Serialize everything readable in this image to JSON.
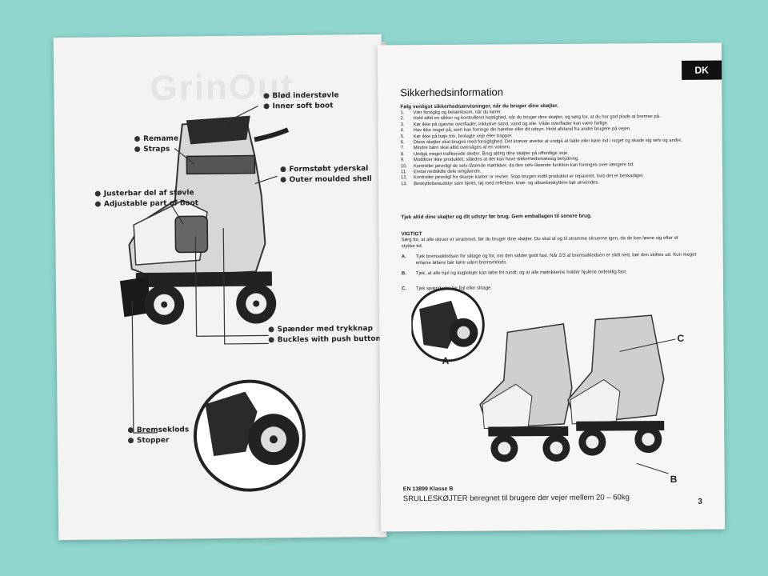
{
  "left_page": {
    "labels": [
      {
        "da": "Blød inderstøvle",
        "en": "Inner soft boot"
      },
      {
        "da": "Remame",
        "en": "Straps"
      },
      {
        "da": "Formstøbt yderskal",
        "en": "Outer moulded shell"
      },
      {
        "da": "Justerbar del af støvle",
        "en": "Adjustable part of boot"
      },
      {
        "da": "Spænder med trykknap",
        "en": "Buckles with push button"
      },
      {
        "da": "Bremseklods",
        "en": "Stopper"
      }
    ]
  },
  "right_page": {
    "tab": "DK",
    "title": "Sikkerhedsinformation",
    "lead": "Følg venligst sikkerhedsanvisninger, når du bruger dine skøjter.",
    "rules": [
      {
        "n": "1.",
        "t": "Vær forsigtig og betænksom, når du kører."
      },
      {
        "n": "2.",
        "t": "Hold altid en sikker og kontrolleret hastighed, når du bruger dine skøjter, og sørg for, at du har god plads at bremse på."
      },
      {
        "n": "3.",
        "t": "Kør ikke på ujævne overflader, inklusive sand, vand og olie. Våde overflader kan være farlige."
      },
      {
        "n": "4.",
        "t": "Hav ikke noget på, som kan forringe din hørelse eller dit udsyn. Hold afstand fra andre brugere på vejen."
      },
      {
        "n": "5.",
        "t": "Kør ikke på høje trin, brolagte veje eller trapper."
      },
      {
        "n": "6.",
        "t": "Disse skøjter skal bruges med forsigtighed. Det kræver øvelse at undgå at falde eller køre ind i noget og skade sig selv og andre."
      },
      {
        "n": "7.",
        "t": "Mindre børn skal altid overvåges af en voksen."
      },
      {
        "n": "8.",
        "t": "Undgå meget trafikerede steder. Brug aldrig dine skøjter på offentlige veje."
      },
      {
        "n": "9.",
        "t": "Modificer ikke produktet, således at det kan have sikkerhedsmæssig betydning."
      },
      {
        "n": "10.",
        "t": "Kontroller jævnligt de selv-låsende møtrikker, da den selv-låsende funktion kan forringes over længere tid."
      },
      {
        "n": "11.",
        "t": "Erstat nedslidte dele omgående."
      },
      {
        "n": "12.",
        "t": "Kontroller jævnligt for skarpe kanter or revner. Stop brugen indtil produktet er repareret, hvis det er beskadiget."
      },
      {
        "n": "13.",
        "t": "Beskyttelsesudstyr som hjelm, tøj med reflekser, knæ- og albuebeskyttere bør anvendes."
      }
    ],
    "check_all": "Tjek altid dine skøjter og dit udstyr før brug. Gem emballagen til senere brug.",
    "vigtigt_heading": "VIGTIGT",
    "vigtigt_text": "Sørg for, at alle skruer er strammet, før du bruger dine skøjter. Du skal af og til stramme skruerne igen, da de kan løsne sig efter et stykke tid.",
    "points": [
      {
        "k": "A.",
        "t": "Tjek bremseklodsen for slitage og for, om den sidder godt fast. Når 2/3 af bremseklodsen er slidt ned, bør den skiftes ud. Kun meget erfarne løbere bør køre uden bremseklods."
      },
      {
        "k": "B.",
        "t": "Tjek, at alle hjul og kuglelejer kan løbe frit rundt, og at alle møtrikkerne holder hjulene ordentlig fast."
      },
      {
        "k": "C.",
        "t": "Tjek spænderne for fejl eller slitage."
      }
    ],
    "callouts": {
      "a": "A",
      "b": "B",
      "c": "C"
    },
    "standard": "EN 13899 Klasse B",
    "weight": "SRULLESKØJTER beregnet til brugere der vejer mellem 20 – 60kg",
    "page_number": "3"
  }
}
